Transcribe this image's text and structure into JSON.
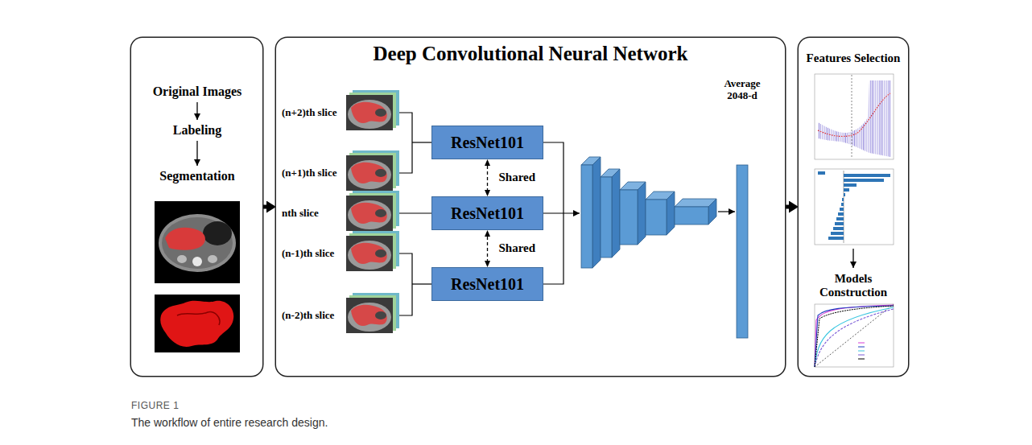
{
  "diagram": {
    "caption": "The workflow of entire research design.",
    "nodes": [
      {
        "text": [
          "Original Images",
          "Labeling",
          "Segmentation"
        ]
      },
      {
        "text": [
          "Deep Convolutional Neural Network"
        ]
      },
      {
        "text": [
          "ResNet101"
        ],
        "in": 1
      },
      {
        "text": [
          "ResNet101"
        ],
        "in": 1
      },
      {
        "text": [
          "ResNet101"
        ],
        "in": 1
      },
      {
        "text": [
          "Features Selection",
          "Models Construction"
        ]
      }
    ],
    "edges": [
      {
        "from": 0,
        "to": 1,
        "arrow": "to"
      },
      {
        "from": 1,
        "to": 5,
        "arrow": "to"
      },
      {
        "from": 2,
        "to": 3,
        "label": "Shared",
        "arrow": "both"
      },
      {
        "from": 3,
        "to": 4,
        "label": "Shared",
        "arrow": "both"
      }
    ],
    "labels": [
      "(n+2)th slice",
      "(n+1)th slice",
      "nth slice",
      "(n-1)th slice",
      "(n-2)th slice",
      "Average 2048-d",
      "FIGURE 1"
    ]
  }
}
